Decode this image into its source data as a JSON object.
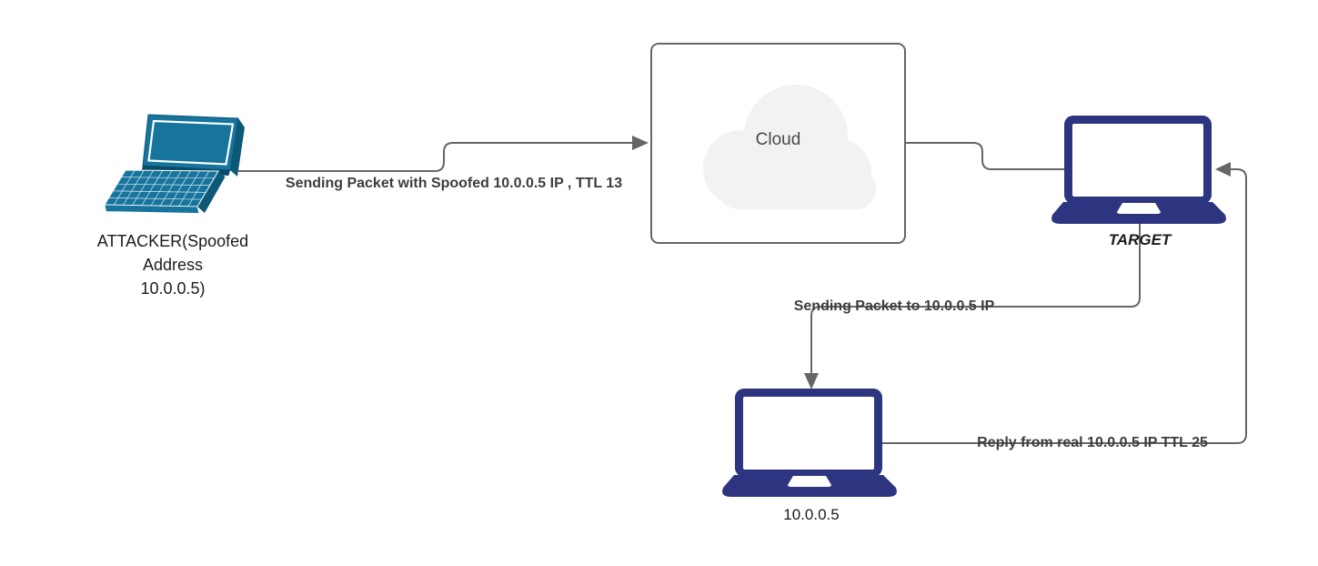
{
  "diagram": {
    "title": "IP spoofing / TTL network diagram",
    "colors": {
      "background": "#ffffff",
      "connector": "#666666",
      "edge_label_text": "#3d3d3d",
      "node_label_text": "#1c1c1c",
      "attacker_laptop_teal": "#17749c",
      "attacker_laptop_dark": "#0d5877",
      "navy_laptop": "#2d3580",
      "cloud_fill": "#f2f2f2",
      "cloud_border": "#666666",
      "cloud_text": "#4a4a4a"
    },
    "nodes": {
      "attacker": {
        "icon": "laptop-perspective-icon",
        "label_lines": [
          "ATTACKER(Spoofed",
          "Address",
          "10.0.0.5)"
        ]
      },
      "cloud": {
        "icon": "cloud-icon",
        "label": "Cloud"
      },
      "target": {
        "icon": "laptop-front-icon",
        "label": "TARGET"
      },
      "host": {
        "icon": "laptop-front-icon",
        "label": "10.0.0.5"
      }
    },
    "connectors": [
      {
        "id": "attacker-to-cloud",
        "from": "attacker",
        "to": "cloud",
        "label": "Sending Packet with Spoofed 10.0.0.5 IP , TTL 13",
        "arrow": "right"
      },
      {
        "id": "cloud-to-target",
        "from": "cloud",
        "to": "target",
        "label": "",
        "arrow": "none"
      },
      {
        "id": "target-to-host",
        "from": "target",
        "to": "host",
        "label": "Sending Packet to 10.0.0.5 IP",
        "arrow": "down"
      },
      {
        "id": "host-to-target",
        "from": "host",
        "to": "target",
        "label": "Reply from real 10.0.0.5 IP TTL 25",
        "arrow": "left"
      }
    ]
  }
}
